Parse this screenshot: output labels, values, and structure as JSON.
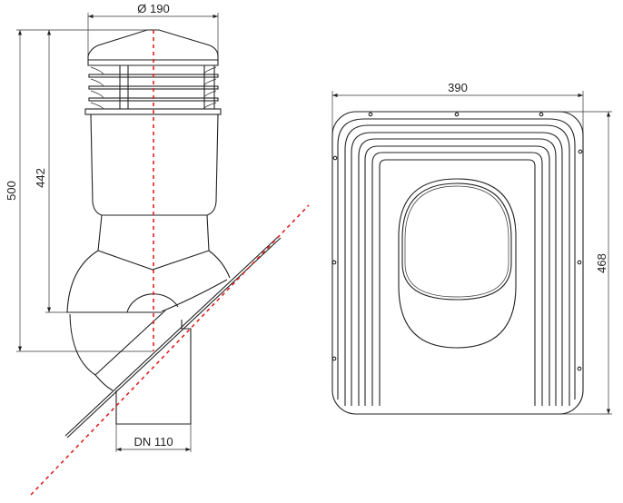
{
  "side_view": {
    "dim_cap_diameter": "Ø 190",
    "dim_total_height": "500",
    "dim_body_height": "442",
    "dim_pipe": "DN 110"
  },
  "top_view": {
    "dim_width": "390",
    "dim_height": "468"
  },
  "colors": {
    "lines": "#222222",
    "axis": "#e02020"
  }
}
